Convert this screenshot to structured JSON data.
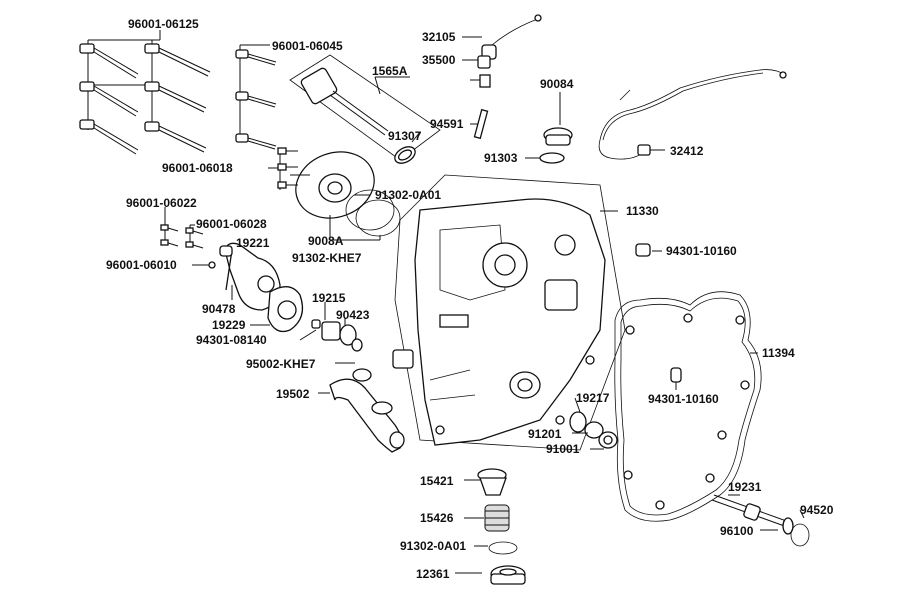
{
  "labels": {
    "p96001_06125": "96001-06125",
    "p96001_06045": "96001-06045",
    "p1565A": "1565A",
    "p32105": "32105",
    "p35500": "35500",
    "p94591": "94591",
    "p90084": "90084",
    "p91303": "91303",
    "p32412": "32412",
    "p91307": "91307",
    "p96001_06018": "96001-06018",
    "p91302_0A01_top": "91302-0A01",
    "p9008A": "9008A",
    "p91302_KHE7": "91302-KHE7",
    "p11330": "11330",
    "p96001_06022": "96001-06022",
    "p96001_06028": "96001-06028",
    "p19221": "19221",
    "p96001_06010": "96001-06010",
    "p94301_10160_top": "94301-10160",
    "p90478": "90478",
    "p19215": "19215",
    "p19229": "19229",
    "p90423": "90423",
    "p94301_08140": "94301-08140",
    "p11394": "11394",
    "p95002_KHE7": "95002-KHE7",
    "p94301_10160_mid": "94301-10160",
    "p19502": "19502",
    "p19217": "19217",
    "p91201": "91201",
    "p91001": "91001",
    "p15421": "15421",
    "p19231": "19231",
    "p15426": "15426",
    "p94520": "94520",
    "p96100": "96100",
    "p91302_0A01_bot": "91302-0A01",
    "p12361": "12361"
  },
  "colors": {
    "line": "#111111",
    "background": "#ffffff"
  }
}
